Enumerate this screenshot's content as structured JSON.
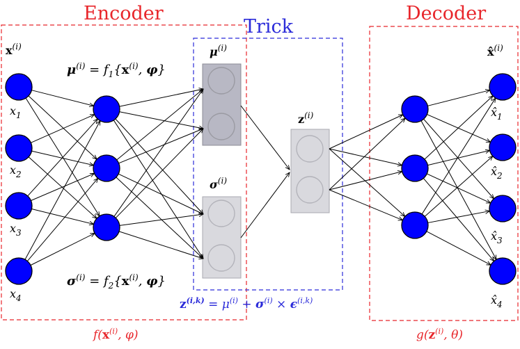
{
  "titles": {
    "encoder": "Encoder",
    "trick": "Trick",
    "decoder": "Decoder"
  },
  "labels": {
    "input_vector": "x(i)",
    "output_vector": "x̂(i)",
    "mu_box": "μ(i)",
    "sigma_box": "σ(i)",
    "z_box": "z(i)"
  },
  "input_nodes": [
    "x1",
    "x2",
    "x3",
    "x4"
  ],
  "output_nodes": [
    "x̂1",
    "x̂2",
    "x̂3",
    "x̂4"
  ],
  "equations": {
    "mu": "μ(i) = f1{x(i), φ}",
    "sigma": "σ(i) = f2{x(i), φ}",
    "z": "z(i,k) = μ(i) + σ(i) × ε(i,k)",
    "encoder_fn": "f(x(i), φ)",
    "decoder_fn": "g(z(i), θ)"
  },
  "colors": {
    "encoder_border": "#e8262b",
    "decoder_border": "#e8262b",
    "trick_border": "#2b2bd9",
    "node_fill": "#0000ff",
    "mu_box_fill": "#b8b8c4",
    "sigma_box_fill": "#d9d9de",
    "z_box_fill": "#d9d9de"
  }
}
